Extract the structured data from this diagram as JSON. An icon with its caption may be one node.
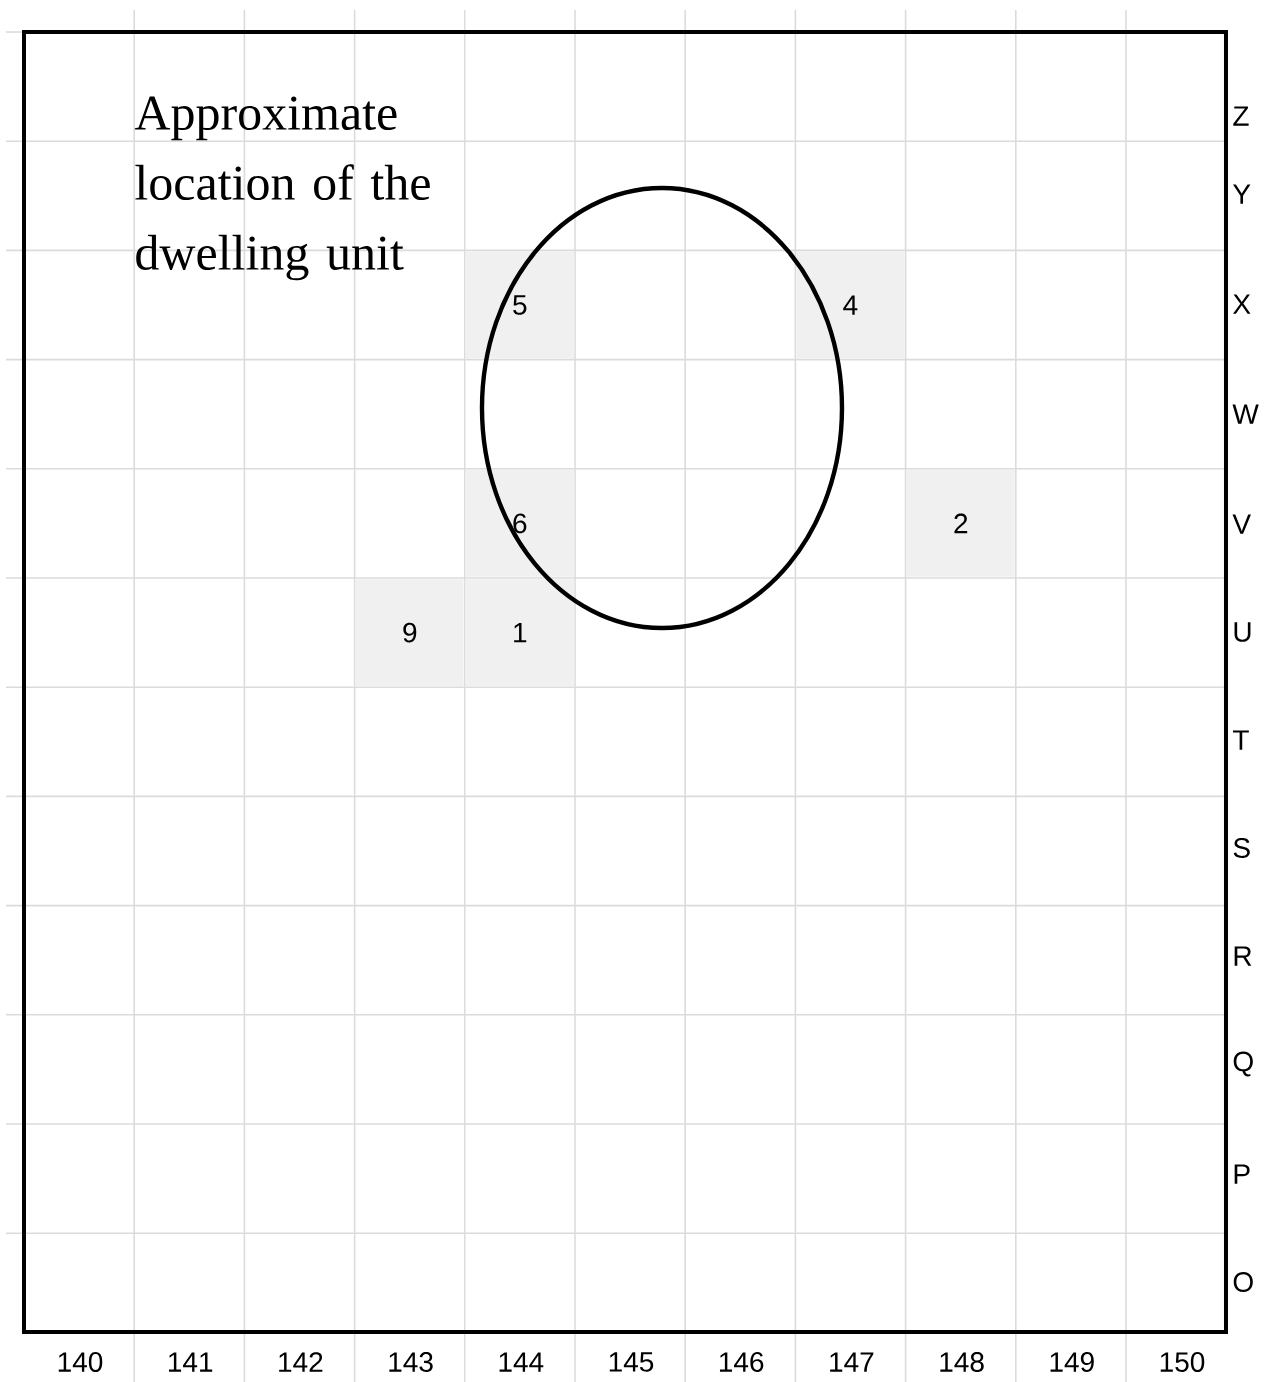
{
  "diagram": {
    "labels": [
      "Approximate location of the dwelling unit",
      "Z",
      "Y",
      "5",
      "4",
      "X",
      "W",
      "6",
      "2",
      "V",
      "9",
      "1",
      "U",
      "T",
      "S",
      "R",
      "Q",
      "P",
      "O",
      "140",
      "141",
      "142",
      "143",
      "144",
      "145",
      "146",
      "147",
      "148",
      "149",
      "150"
    ]
  }
}
